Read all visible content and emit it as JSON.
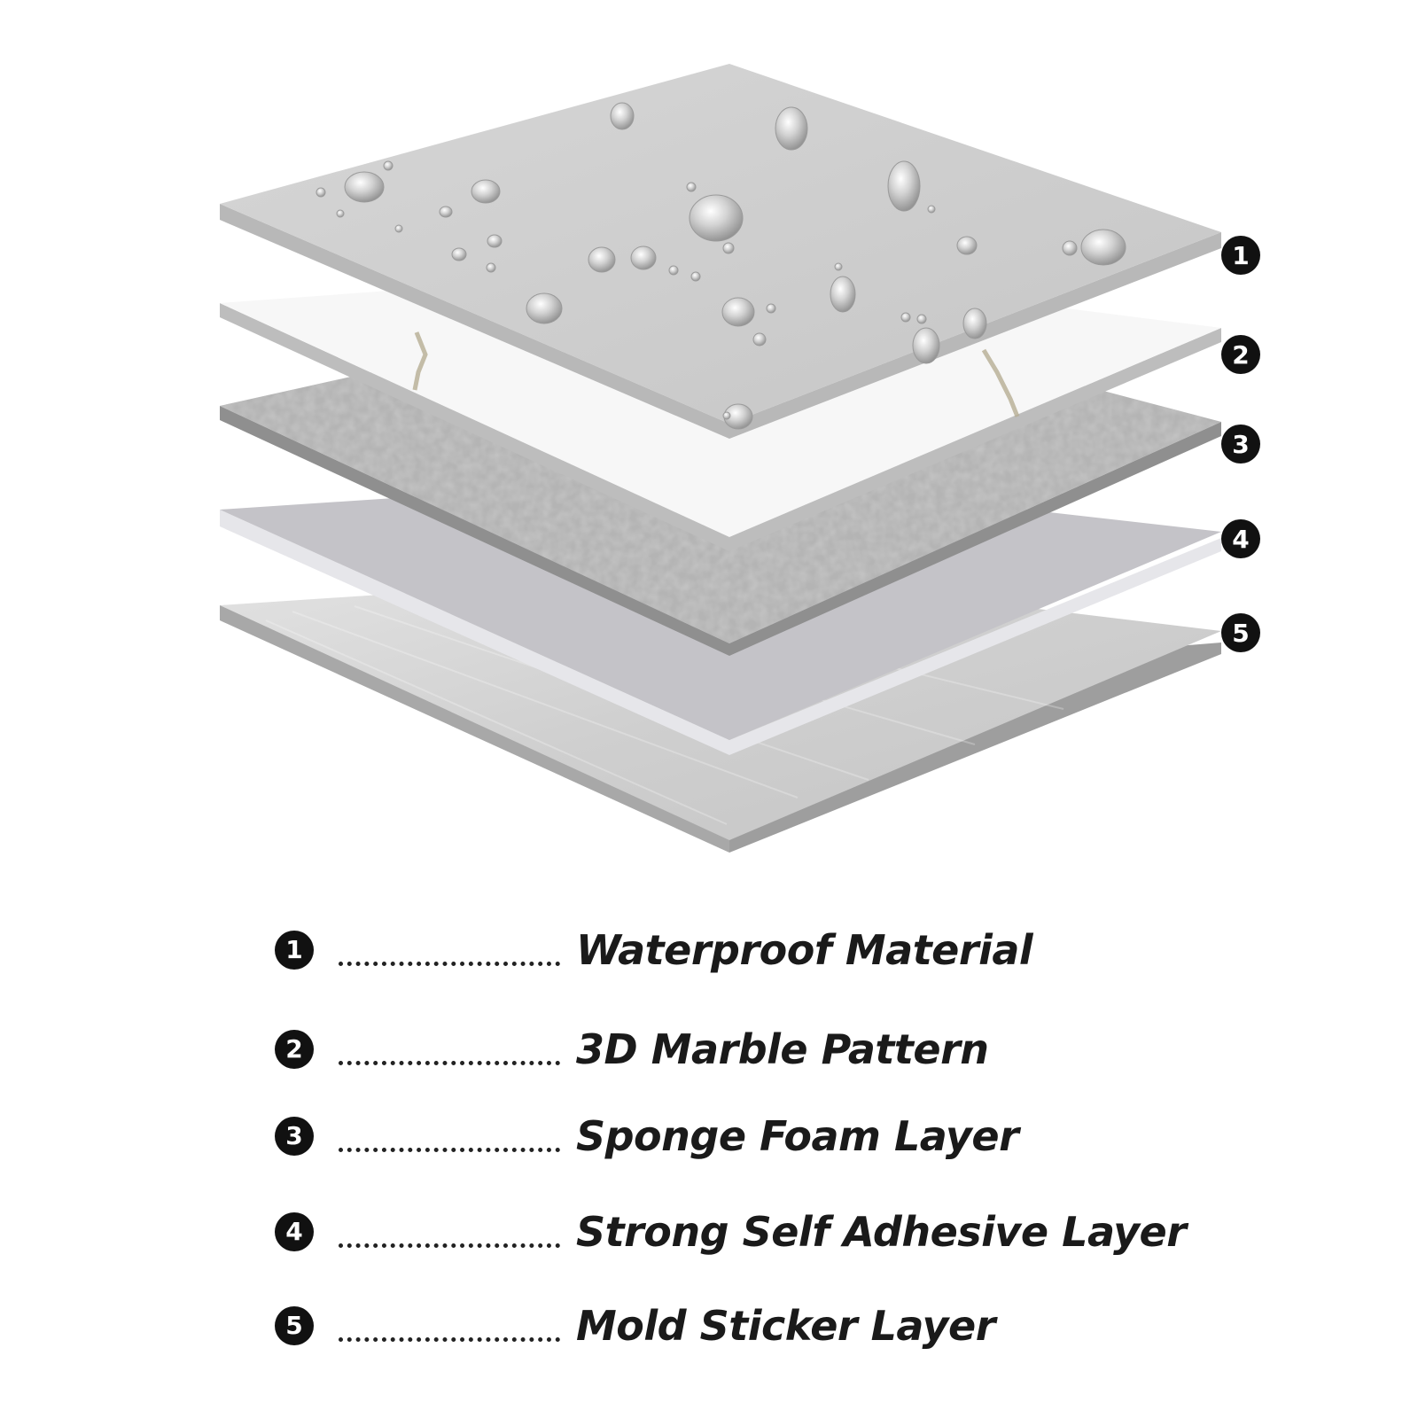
{
  "layers": [
    {
      "num": "1",
      "label": "Waterproof Material"
    },
    {
      "num": "2",
      "label": "3D Marble Pattern"
    },
    {
      "num": "3",
      "label": "Sponge Foam Layer"
    },
    {
      "num": "4",
      "label": "Strong Self Adhesive Layer"
    },
    {
      "num": "5",
      "label": "Mold Sticker Layer"
    }
  ],
  "colors": {
    "waterproof_top": "#cfcfcf",
    "marble_top": "#f7f7f7",
    "foam_top": "#a9a9a9",
    "adhesive_top": "#c4c3c8",
    "mold_top": "#d2d2d2",
    "edge": "#b5b5b5",
    "badge": "#111111"
  }
}
